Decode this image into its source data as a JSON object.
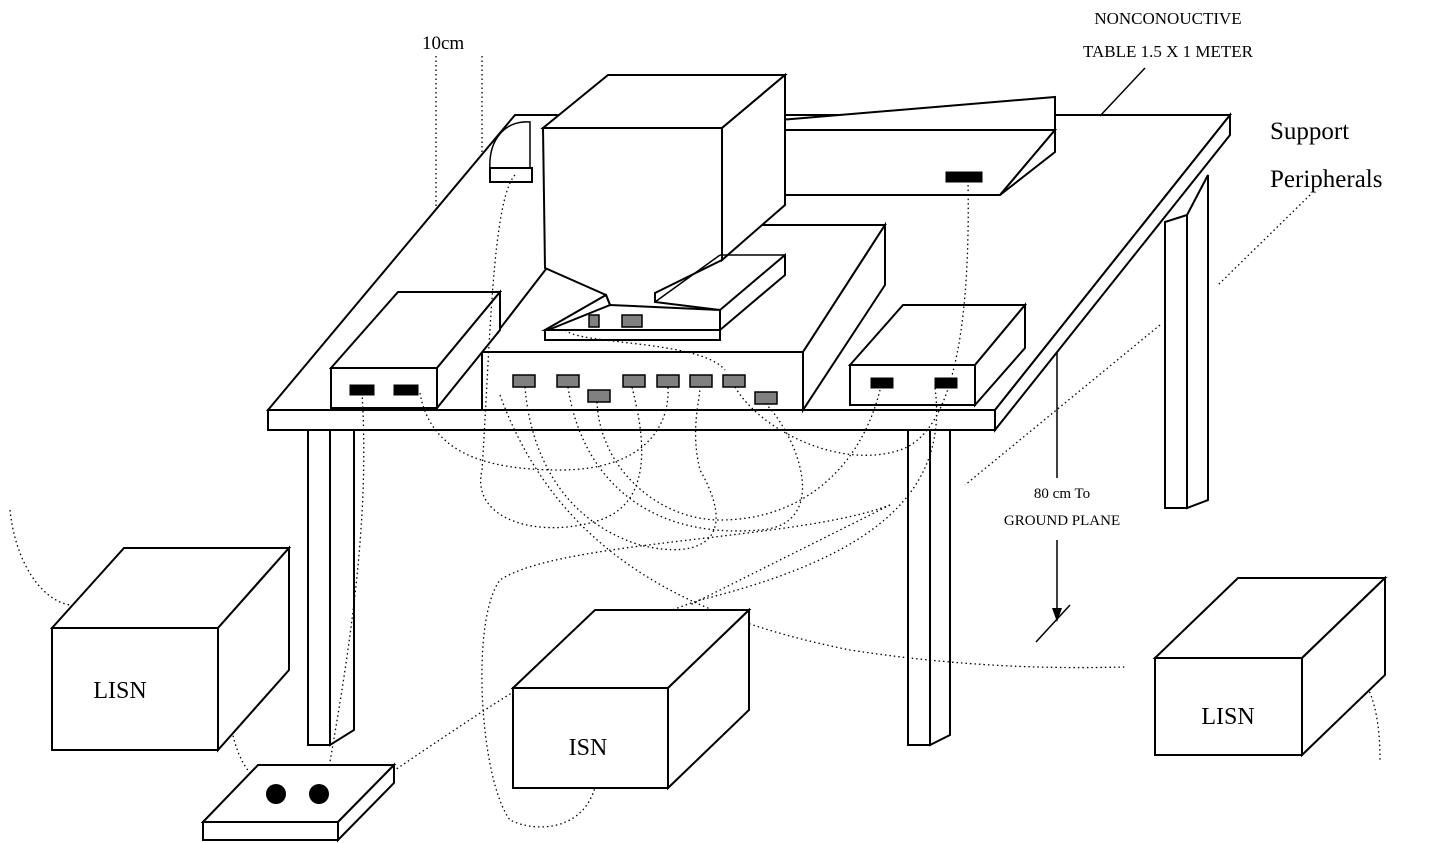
{
  "labels": {
    "spacing": "10cm",
    "table_line1": "NONCONOUCTIVE",
    "table_line2": "TABLE 1.5 X 1 METER",
    "support_line1": "Support",
    "support_line2": "Peripherals",
    "height_line1": "80 cm To",
    "height_line2": "GROUND PLANE",
    "lisn_left": "LISN",
    "lisn_right": "LISN",
    "isn": "ISN"
  },
  "colors": {
    "line": "#000000",
    "port_gray": "#808080",
    "port_black": "#000000",
    "background": "#ffffff"
  }
}
